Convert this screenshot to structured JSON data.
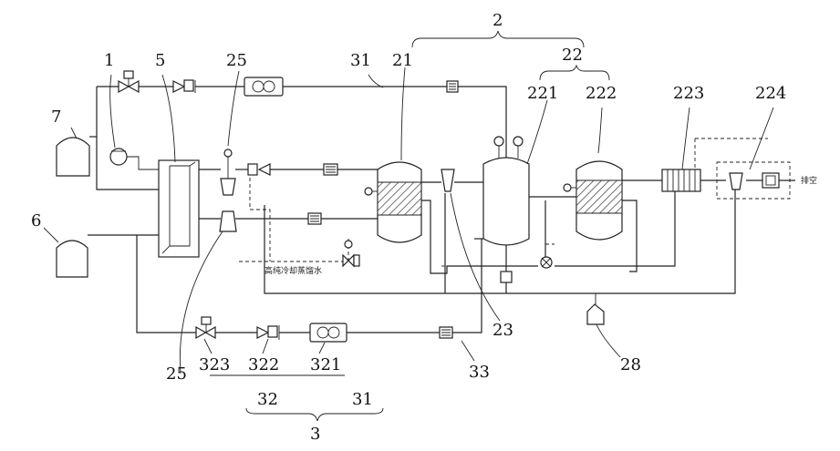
{
  "labels": {
    "n1": "1",
    "n2": "2",
    "n3": "3",
    "n5": "5",
    "n6": "6",
    "n7": "7",
    "n21": "21",
    "n22": "22",
    "n221": "221",
    "n222": "222",
    "n223": "223",
    "n224": "224",
    "n23": "23",
    "n25_top": "25",
    "n25_bottom": "25",
    "n28": "28",
    "n31_top": "31",
    "n31_bottom": "31",
    "n32": "32",
    "n33": "33",
    "n321": "321",
    "n322": "322",
    "n323": "323"
  },
  "notes": {
    "drain": "高纯冷却蒸馏水",
    "vent": "排空"
  }
}
